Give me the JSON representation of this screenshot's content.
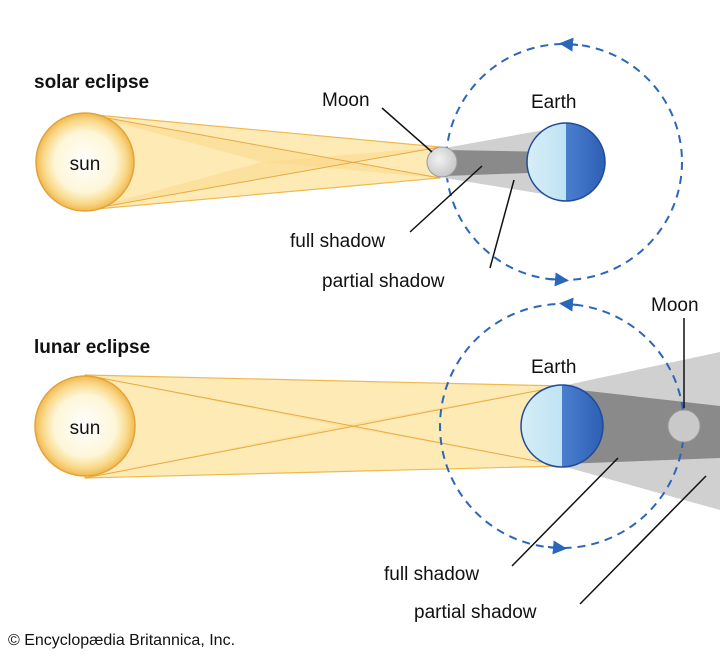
{
  "solar": {
    "title": "solar eclipse",
    "sun_label": "sun",
    "moon_label": "Moon",
    "earth_label": "Earth",
    "full_shadow_label": "full shadow",
    "partial_shadow_label": "partial shadow"
  },
  "lunar": {
    "title": "lunar eclipse",
    "sun_label": "sun",
    "moon_label": "Moon",
    "earth_label": "Earth",
    "full_shadow_label": "full shadow",
    "partial_shadow_label": "partial shadow"
  },
  "credit": "© Encyclopædia Britannica, Inc.",
  "colors": {
    "sun_fill": "#fdf6d8",
    "sun_rim": "#f6c35e",
    "sun_outline": "#e2a43a",
    "light_beam": "#fde9b0",
    "light_core": "#f8c86a",
    "earth_day": "#bfe3f2",
    "earth_night": "#3d6fc0",
    "earth_outline": "#1f4b99",
    "orbit": "#2a67b8",
    "umbra": "#8c8c8c",
    "penumbra": "#cfcfcf",
    "moon_fill": "#d9d9d9"
  }
}
